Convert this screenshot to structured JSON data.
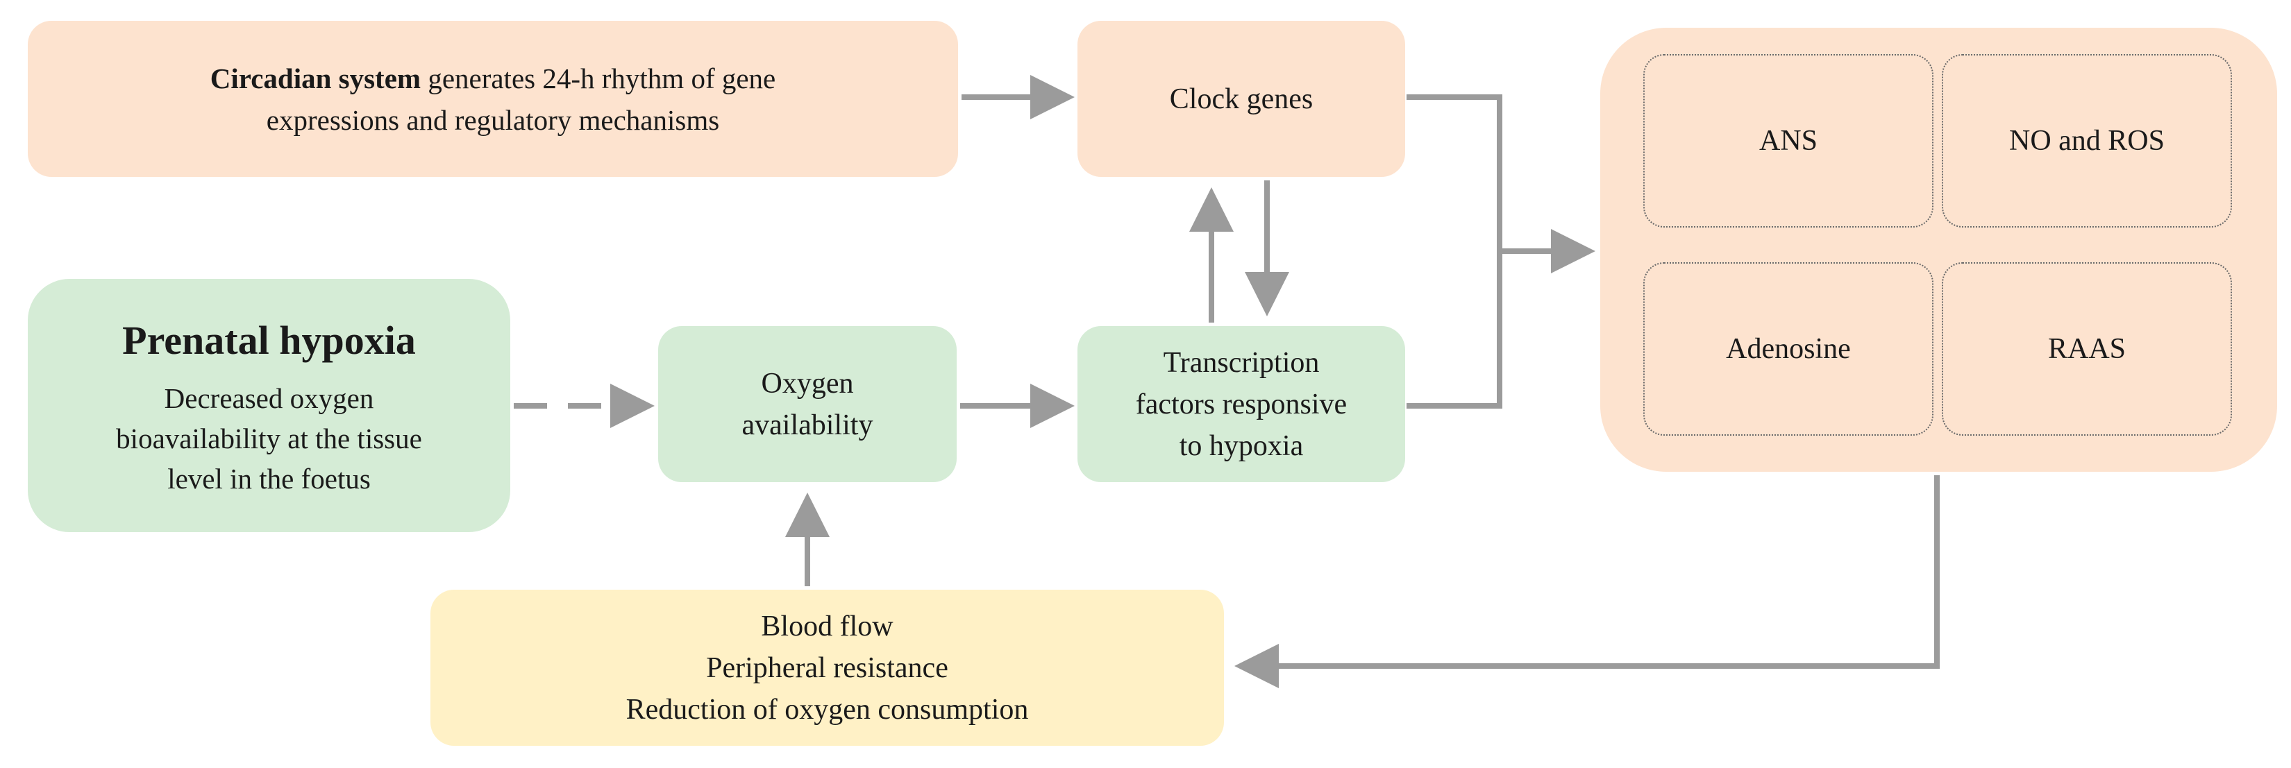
{
  "circadian": {
    "bold": "Circadian system",
    "text1": " generates 24-h rhythm of gene",
    "text2": "expressions and regulatory mechanisms"
  },
  "clock_genes": "Clock genes",
  "prenatal": {
    "title": "Prenatal hypoxia",
    "lines": [
      "Decreased oxygen",
      "bioavailability at the tissue",
      "level in the foetus"
    ]
  },
  "oxygen": {
    "lines": [
      "Oxygen",
      "availability"
    ]
  },
  "transcription": {
    "lines": [
      "Transcription",
      "factors responsive",
      "to hypoxia"
    ]
  },
  "blood": {
    "lines": [
      "Blood flow",
      "Peripheral resistance",
      "Reduction of oxygen consumption"
    ]
  },
  "mediators": {
    "ans": "ANS",
    "no_ros": "NO and ROS",
    "adenosine": "Adenosine",
    "raas": "RAAS"
  },
  "colors": {
    "peach": "#fde3cf",
    "green": "#d5ecd6",
    "yellow": "#fff1c6",
    "arrow": "#9b9b9b"
  }
}
